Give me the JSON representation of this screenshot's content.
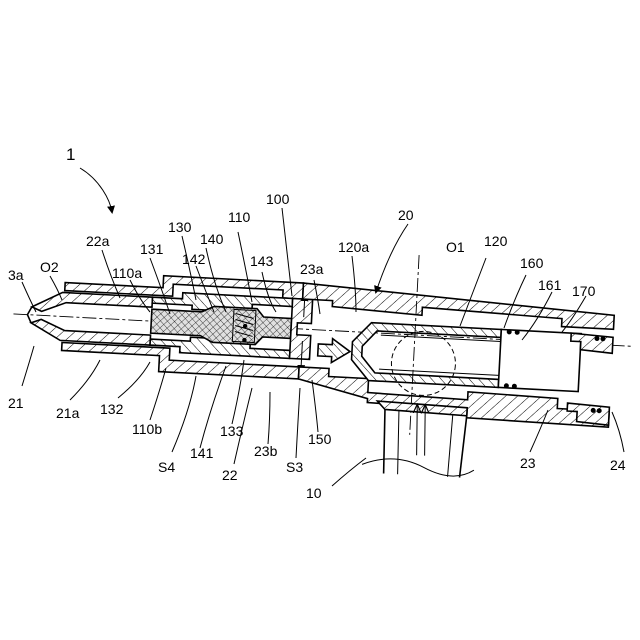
{
  "figure": {
    "reference_numerals": [
      "1",
      "3a",
      "O2",
      "22a",
      "110a",
      "131",
      "130",
      "140",
      "110",
      "100",
      "142",
      "143",
      "23a",
      "120a",
      "20",
      "O1",
      "120",
      "160",
      "161",
      "170",
      "21",
      "21a",
      "132",
      "110b",
      "S4",
      "141",
      "133",
      "22",
      "23b",
      "S3",
      "150",
      "10",
      "23",
      "24"
    ]
  },
  "colors": {
    "line": "#000000",
    "background": "#ffffff",
    "core_fill": "#d9d9d9"
  }
}
